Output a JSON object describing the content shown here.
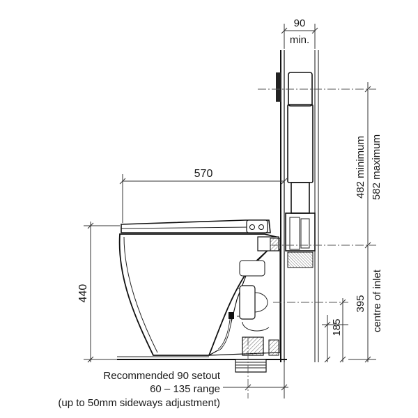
{
  "dimensions": {
    "wall_gap_value": "90",
    "wall_gap_unit": "min.",
    "depth": "570",
    "inlet_range_min": "482 minimum",
    "inlet_range_max": "582 maximum",
    "height": "440",
    "centre_height": "395",
    "centre_label": "centre of inlet",
    "outlet_height": "185"
  },
  "notes": {
    "setout": "Recommended 90 setout",
    "range": "60 – 135 range",
    "adjustment": "(up to 50mm sideways adjustment)"
  },
  "colors": {
    "line": "#111111",
    "hatch": "#666666",
    "background": "#ffffff"
  }
}
